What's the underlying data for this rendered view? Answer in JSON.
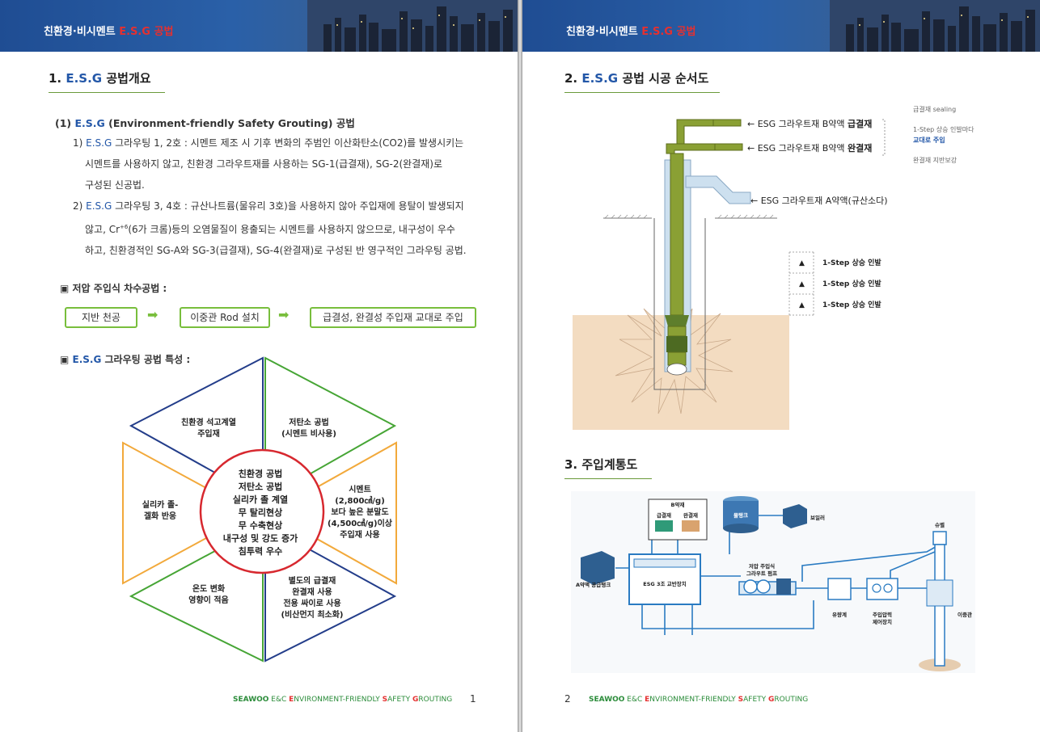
{
  "header": {
    "title_main": "친환경·비시멘트 ",
    "title_accent": "E.S.G 공법"
  },
  "page1": {
    "section1": {
      "num": "1. ",
      "esg": "E.S.G",
      "rest": " 공법개요"
    },
    "sub1": {
      "prefix": "(1) ",
      "esg": "E.S.G",
      "rest": " (Environment-friendly Safety Grouting) 공법"
    },
    "item1": {
      "prefix": "1) ",
      "esg": "E.S.G",
      "line1": " 그라우팅 1, 2호 : 시멘트 제조 시 기후 변화의 주범인 이산화탄소(CO2)를 발생시키는",
      "line2": "시멘트를 사용하지 않고, 친환경 그라우트재를 사용하는 SG-1(급결재), SG-2(완결재)로",
      "line3": "구성된 신공법."
    },
    "item2": {
      "prefix": "2) ",
      "esg": "E.S.G",
      "line1": " 그라우팅 3, 4호 : 규산나트륨(물유리 3호)을 사용하지 않아 주입재에 용탈이 발생되지",
      "line2a": "않고, Cr",
      "line2sup": "+6",
      "line2b": "(6가 크롬)등의 오염물질이 용출되는 시멘트를 사용하지 않으므로, 내구성이 우수",
      "line3": "하고, 친환경적인 SG-A와 SG-3(급결재), SG-4(완결재)로 구성된 반 영구적인 그라우팅 공법."
    },
    "low_pressure_title": "▣ 저압 주입식 차수공법 :",
    "flow": [
      "지반 천공",
      "이중관 Rod 설치",
      "급결성, 완결성 주입재 교대로 주입"
    ],
    "features_title": {
      "prefix": "▣ ",
      "esg": "E.S.G",
      "rest": " 그라우팅 공법 특성 :"
    },
    "hex": {
      "center": [
        "친환경 공법",
        "저탄소 공법",
        "실리카 졸 계열",
        "무 탈리현상",
        "무 수축현상",
        "내구성 및 강도 증가",
        "침투력 우수"
      ],
      "top_left": [
        "친환경 석고계열",
        "주입재"
      ],
      "top_right": [
        "저탄소 공법",
        "(시멘트 비사용)"
      ],
      "right": [
        "시멘트",
        "(2,800㎠/g)",
        "보다 높은 분말도",
        "(4,500㎠/g)이상",
        "주입재 사용"
      ],
      "bottom_right": [
        "별도의 급결재",
        "완결재 사용",
        "전용 싸이로 사용",
        "(비산먼지 최소화)"
      ],
      "bottom_left": [
        "온도 변화",
        "영향이 적음"
      ],
      "left": [
        "실리카 졸-",
        "겔화 반응"
      ]
    },
    "footer": {
      "seawoo": "SEAWOO",
      "ec": " E&C ",
      "e": "E",
      "nv": "NVIRONMENT-FRIENDLY ",
      "s": "S",
      "afety": "AFETY ",
      "g": "G",
      "routing": "ROUTING"
    },
    "page_number": "1"
  },
  "page2": {
    "section2": {
      "num": "2. ",
      "esg": "E.S.G",
      "rest": " 공법 시공 순서도"
    },
    "diagram": {
      "label_b_fast": {
        "pre": "← ESG 그라우트재 B약액 ",
        "bold": "급결재"
      },
      "label_b_slow": {
        "pre": "← ESG 그라우트재 B약액 ",
        "bold": "완결재"
      },
      "label_a": "← ESG 그라우트재 A약액(규산소다)",
      "note_sealing": "급결재 sealing",
      "note_step": "1-Step 상승 인발마다",
      "note_alt": "교대로 주입",
      "note_reinforce": "완결재 지반보강",
      "steps": [
        "1-Step 상승 인발",
        "1-Step 상승 인발",
        "1-Step 상승 인발"
      ],
      "step_mark": "▲"
    },
    "section3": {
      "num": "3. ",
      "rest": "주입계통도"
    },
    "system": {
      "b_liquid": "B약재",
      "fast": "급결재",
      "slow": "완결재",
      "water_tank": "물탱크",
      "boiler": "보일러",
      "a_tank": "A약액 공급탱크",
      "mixer": "ESG 3조 교반장치",
      "pump": [
        "저압 주입식",
        "그라우트 펌프"
      ],
      "flowmeter": "유량계",
      "controller": [
        "주입압력",
        "제어장치"
      ],
      "swivel": "슈벨",
      "double_pipe": "이중관"
    },
    "page_number": "2",
    "footer": {
      "seawoo": "SEAWOO",
      "ec": " E&C ",
      "e": "E",
      "nv": "NVIRONMENT-FRIENDLY ",
      "s": "S",
      "afety": "AFETY ",
      "g": "G",
      "routing": "ROUTING"
    }
  }
}
